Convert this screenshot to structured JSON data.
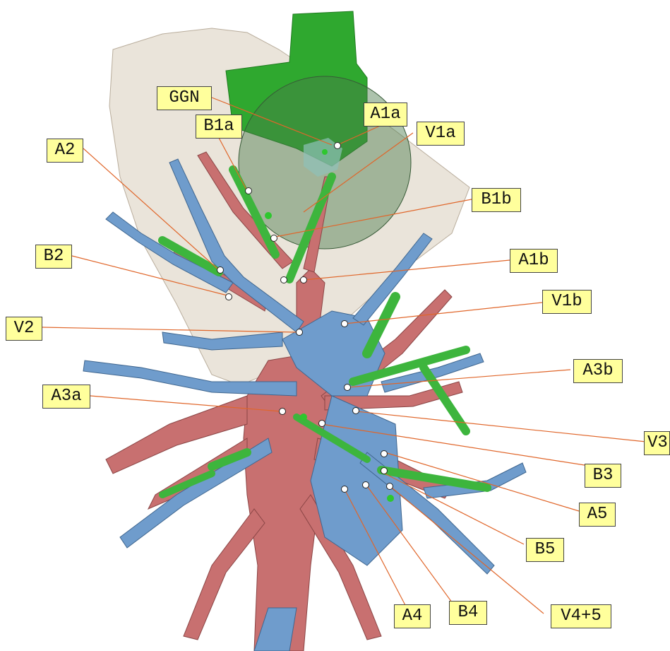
{
  "labels": {
    "ggn": "GGN",
    "a1a": "A1a",
    "v1a": "V1a",
    "b1a": "B1a",
    "a2": "A2",
    "b1b": "B1b",
    "b2": "B2",
    "a1b": "A1b",
    "v1b": "V1b",
    "v2": "V2",
    "a3b": "A3b",
    "a3a": "A3a",
    "v3": "V3",
    "b3": "B3",
    "a5": "A5",
    "b5": "B5",
    "a4": "A4",
    "b4": "B4",
    "v45": "V4+5"
  },
  "colors": {
    "background": "#ffffff",
    "label_fill": "#ffff9c",
    "leader_line": "#e0662a",
    "artery": "#c87070",
    "vein": "#6f9ccc",
    "bronchus": "#3db53d",
    "lobe_shadow": "#d9cdbc",
    "tumor_sphere": "#4a7a4a"
  }
}
